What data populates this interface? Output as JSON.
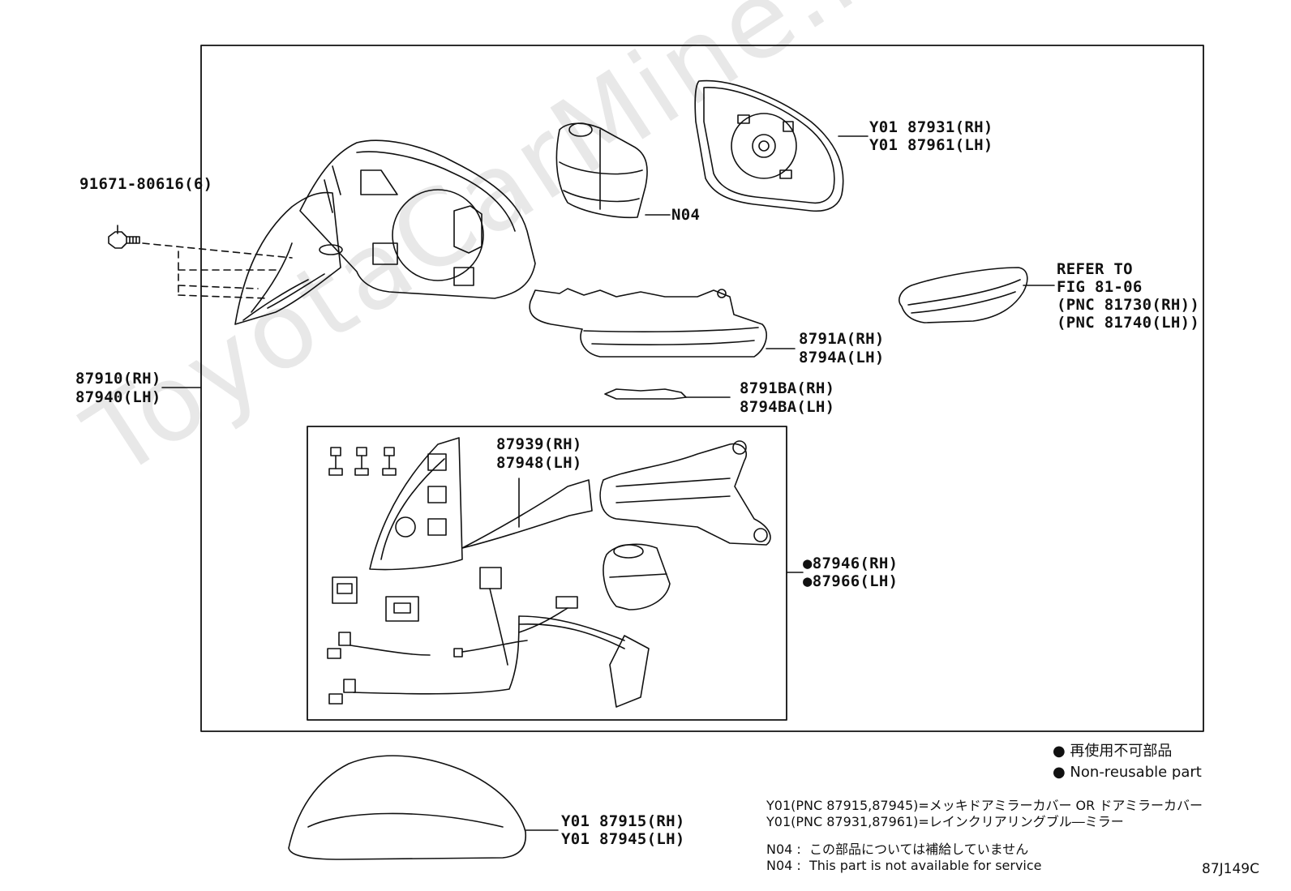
{
  "watermark": "ToyotaCarMine.ru",
  "diagram_code": "87J149C",
  "labels": {
    "screw": "91671-80616(6)",
    "assy_rh": "87910(RH)",
    "assy_lh": "87940(LH)",
    "n04": "N04",
    "mirror_rh": "Y01 87931(RH)",
    "mirror_lh": "Y01 87961(LH)",
    "refer_1": "REFER TO",
    "refer_2": "FIG 81-06",
    "refer_3": "(PNC 81730(RH))",
    "refer_4": "(PNC 81740(LH))",
    "cover_a_rh": "8791A(RH)",
    "cover_a_lh": "8794A(LH)",
    "cover_ba_rh": "8791BA(RH)",
    "cover_ba_lh": "8794BA(LH)",
    "sub_rh": "87939(RH)",
    "sub_lh": "87948(LH)",
    "kit_rh": "●87946(RH)",
    "kit_lh": "●87966(LH)",
    "cap_rh": "Y01 87915(RH)",
    "cap_lh": "Y01 87945(LH)"
  },
  "legend": {
    "jp": "● 再使用不可部品",
    "en": "● Non-reusable part"
  },
  "notes": {
    "y01_line1": "Y01(PNC 87915,87945)=メッキドアミラーカバー OR ドアミラーカバー",
    "y01_line2": "Y01(PNC 87931,87961)=レインクリアリングブル―ミラー",
    "n04_jp": "N04 :  この部品については補給していません",
    "n04_en": "N04 :  This part is not available for service"
  }
}
